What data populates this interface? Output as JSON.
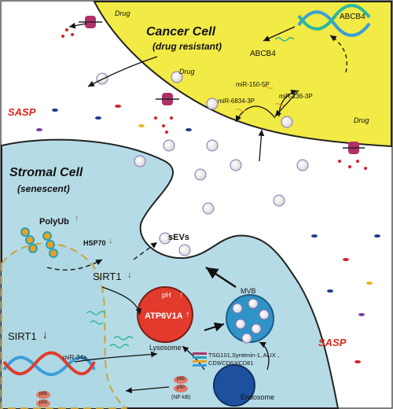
{
  "cancer_cell": {
    "title": "Cancer Cell",
    "subtitle": "(drug resistant)"
  },
  "stromal_cell": {
    "title": "Stromal Cell",
    "subtitle": "(senescent)"
  },
  "labels": {
    "sasp_left": "SASP",
    "sasp_right": "SASP",
    "drug_top": "Drug",
    "drug_mid": "Drug",
    "drug_right": "Drug",
    "abcb4_gene": "ABCB4",
    "abcb4_mrna": "ABCB4",
    "mir150": "miR-150-5P",
    "mir136": "miR-136-3P",
    "mir6834": "miR-6834-3P",
    "sevs": "sEVs",
    "polyub": "PolyUb",
    "hsp70": "HSP70",
    "sirt1_top": "SIRT1",
    "sirt1_bottom": "SIRT1",
    "mir34a": "miR-34a",
    "ph": "pH",
    "atp6v1a": "ATP6V1A",
    "lysosome": "Lysosome",
    "mvb": "MVB",
    "markers1": "TSG101,Syntenin-1, ALIX ,",
    "markers2": "CD9/CD63/CD81",
    "endosome": "Endosome",
    "p65": "p65",
    "p50": "p50",
    "nfkb": "(NF-kB)"
  },
  "colors": {
    "cancer_fill": "#f2ea45",
    "stromal_fill": "#b5dbe6",
    "nucleus_fill": "#aed8e4",
    "lysosome_fill": "#e23a2c",
    "mvb_fill": "#2f93c8",
    "endosome_fill": "#1e50a0",
    "sasp_color": "#e0261b"
  }
}
